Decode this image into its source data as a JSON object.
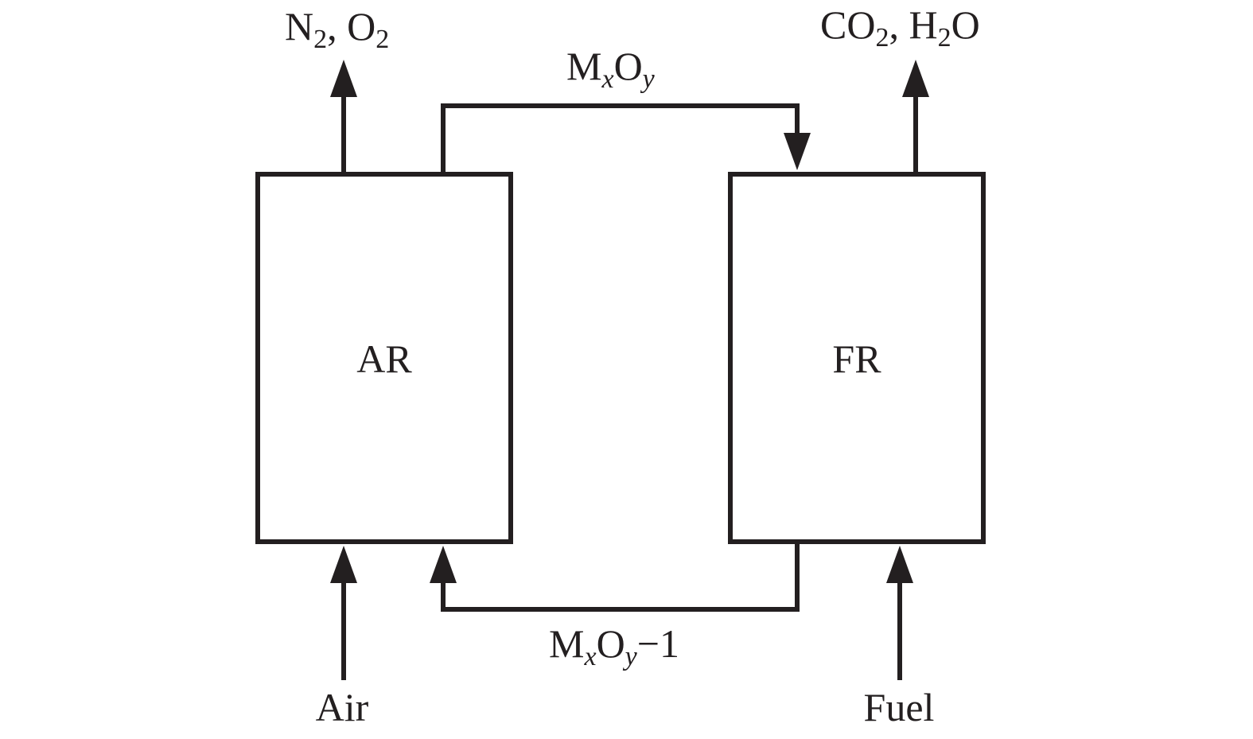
{
  "diagram": {
    "title": "Chemical looping combustion schematic",
    "reactors": {
      "air_reactor": {
        "label": "AR"
      },
      "fuel_reactor": {
        "label": "FR"
      }
    },
    "inputs": {
      "air": "Air",
      "fuel": "Fuel"
    },
    "outputs": {
      "ar_exhaust": {
        "main1": "N",
        "sub1": "2",
        "sep": ", ",
        "main2": "O",
        "sub2": "2"
      },
      "fr_exhaust": {
        "main1": "CO",
        "sub1": "2",
        "sep": ", H",
        "sub2": "2",
        "main2": "O"
      }
    },
    "flows": {
      "oxidized": {
        "m": "M",
        "x": "x",
        "o": "O",
        "y": "y",
        "suffix": ""
      },
      "reduced": {
        "m": "M",
        "x": "x",
        "o": "O",
        "y": "y",
        "suffix": "−1"
      }
    },
    "colors": {
      "ink": "#231f20",
      "background": "#ffffff"
    }
  }
}
